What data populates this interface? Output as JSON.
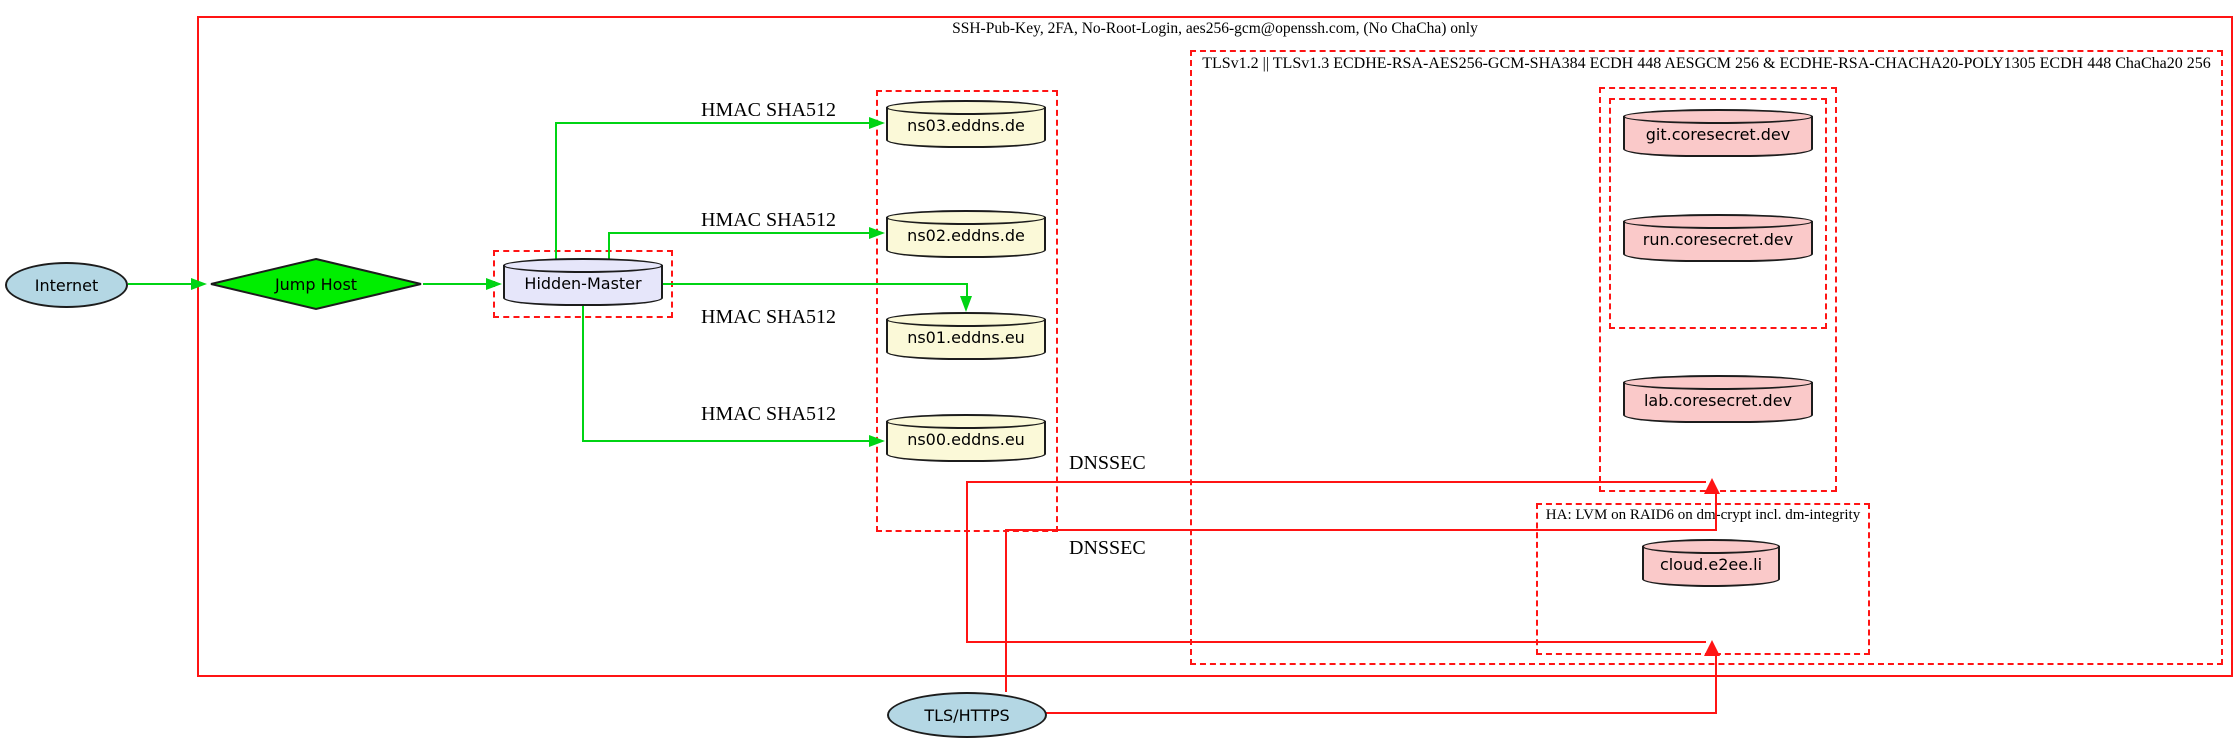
{
  "clusters": {
    "outer": "SSH-Pub-Key, 2FA, No-Root-Login, aes256-gcm@openssh.com, (No ChaCha) only",
    "tls": "TLSv1.2 || TLSv1.3 ECDHE-RSA-AES256-GCM-SHA384 ECDH 448 AESGCM 256 & ECDHE-RSA-CHACHA20-POLY1305 ECDH 448 ChaCha20 256",
    "ha": "HA: LVM on RAID6 on dm-crypt incl. dm-integrity"
  },
  "nodes": {
    "internet": "Internet",
    "jump_host": "Jump Host",
    "hidden_master": "Hidden-Master",
    "ns03": "ns03.eddns.de",
    "ns02": "ns02.eddns.de",
    "ns01": "ns01.eddns.eu",
    "ns00": "ns00.eddns.eu",
    "git": "git.coresecret.dev",
    "run": "run.coresecret.dev",
    "lab": "lab.coresecret.dev",
    "cloud": "cloud.e2ee.li",
    "tls_https": "TLS/HTTPS"
  },
  "edge_labels": {
    "hmac": [
      "HMAC SHA512",
      "HMAC SHA512",
      "HMAC SHA512",
      "HMAC SHA512"
    ],
    "dnssec": [
      "DNSSEC",
      "DNSSEC"
    ]
  },
  "colors": {
    "red": "#ff1414",
    "green": "#00d414",
    "diamond-green": "#00ee00",
    "light-blue": "#b4d7e4",
    "lavender": "#e6e6fa",
    "cream": "#fbf9d8",
    "pink": "#fac9c9",
    "border": "#1c1c1c"
  }
}
